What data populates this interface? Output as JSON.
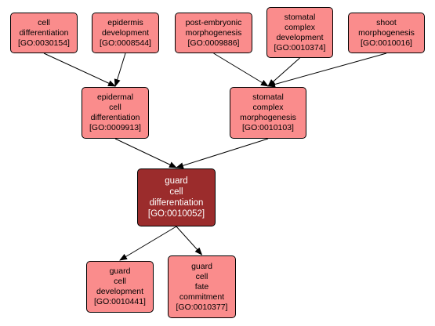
{
  "colors": {
    "node_fill": "#fa8c8c",
    "focus_fill": "#9b2c2c",
    "border": "#000000",
    "focus_text": "#ffffff",
    "edge": "#000000"
  },
  "nodes": {
    "n0030154": {
      "lines": [
        "cell",
        "differentiation",
        "[GO:0030154]"
      ]
    },
    "n0008544": {
      "lines": [
        "epidermis",
        "development",
        "[GO:0008544]"
      ]
    },
    "n0009886": {
      "lines": [
        "post-embryonic",
        "morphogenesis",
        "[GO:0009886]"
      ]
    },
    "n0010374": {
      "lines": [
        "stomatal",
        "complex",
        "development",
        "[GO:0010374]"
      ]
    },
    "n0010016": {
      "lines": [
        "shoot",
        "morphogenesis",
        "[GO:0010016]"
      ]
    },
    "n0009913": {
      "lines": [
        "epidermal",
        "cell",
        "differentiation",
        "[GO:0009913]"
      ]
    },
    "n0010103": {
      "lines": [
        "stomatal",
        "complex",
        "morphogenesis",
        "[GO:0010103]"
      ]
    },
    "n0010052": {
      "lines": [
        "guard",
        "cell",
        "differentiation",
        "[GO:0010052]"
      ]
    },
    "n0010441": {
      "lines": [
        "guard",
        "cell",
        "development",
        "[GO:0010441]"
      ]
    },
    "n0010377": {
      "lines": [
        "guard",
        "cell",
        "fate",
        "commitment",
        "[GO:0010377]"
      ]
    }
  },
  "edges": [
    {
      "from": "n0030154",
      "to": "n0009913"
    },
    {
      "from": "n0008544",
      "to": "n0009913"
    },
    {
      "from": "n0009886",
      "to": "n0010103"
    },
    {
      "from": "n0010374",
      "to": "n0010103"
    },
    {
      "from": "n0010016",
      "to": "n0010103"
    },
    {
      "from": "n0009913",
      "to": "n0010052"
    },
    {
      "from": "n0010103",
      "to": "n0010052"
    },
    {
      "from": "n0010052",
      "to": "n0010441"
    },
    {
      "from": "n0010052",
      "to": "n0010377"
    }
  ]
}
